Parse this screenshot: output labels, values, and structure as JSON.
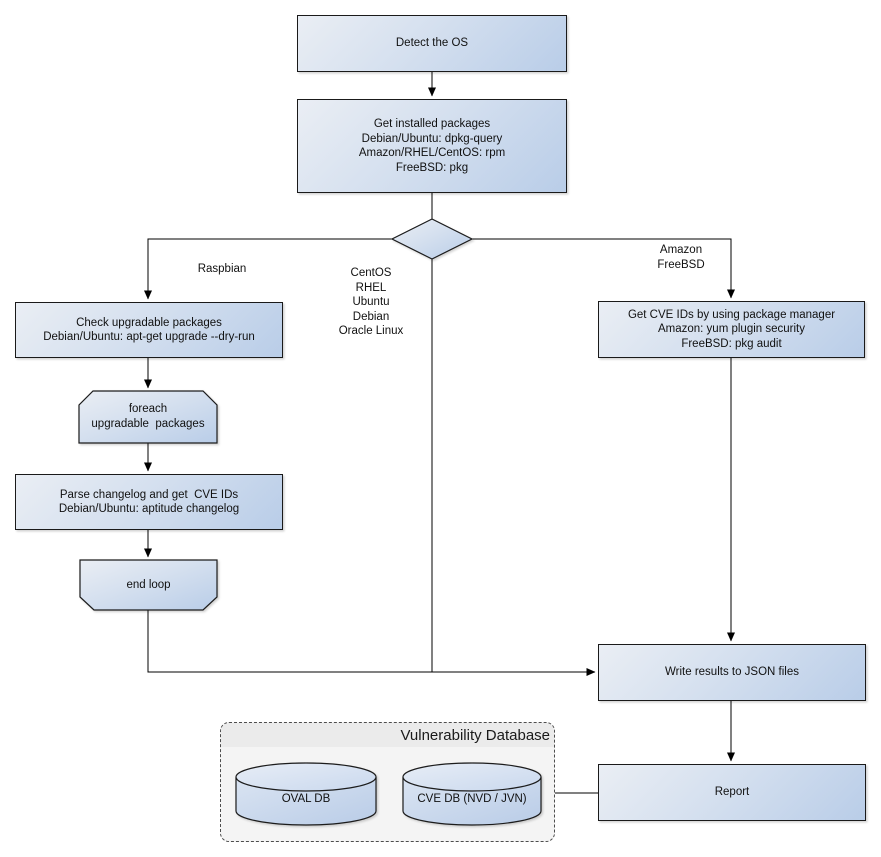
{
  "diagram_type": "flowchart",
  "nodes": {
    "detect_os": "Detect the OS",
    "get_packages": "Get installed packages\nDebian/Ubuntu: dpkg-query\nAmazon/RHEL/CentOS: rpm\nFreeBSD: pkg",
    "check_upgradable": "Check upgradable packages\nDebian/Ubuntu: apt-get upgrade --dry-run",
    "foreach_loop": "foreach\nupgradable  packages",
    "parse_changelog": "Parse changelog and get  CVE IDs\nDebian/Ubuntu: aptitude changelog",
    "end_loop": "end loop",
    "get_cve_ids": "Get CVE IDs by using package manager\nAmazon: yum plugin security\nFreeBSD: pkg audit",
    "write_results": "Write results to JSON files",
    "report": "Report"
  },
  "branch_labels": {
    "raspbian": "Raspbian",
    "amazon_freebsd": "Amazon\nFreeBSD",
    "os_list": "CentOS\nRHEL\nUbuntu\nDebian\nOracle Linux"
  },
  "database": {
    "title": "Vulnerability Database",
    "oval_db": "OVAL DB",
    "cve_db": "CVE DB (NVD / JVN)"
  },
  "colors": {
    "node_fill_light": "#eaeef4",
    "node_fill_dark": "#b9cde8",
    "node_border": "#1a1a1a",
    "connector": "#000000",
    "panel_fill": "#f4f4f4",
    "panel_band": "#ebebeb",
    "panel_border": "#4d4d4d"
  }
}
